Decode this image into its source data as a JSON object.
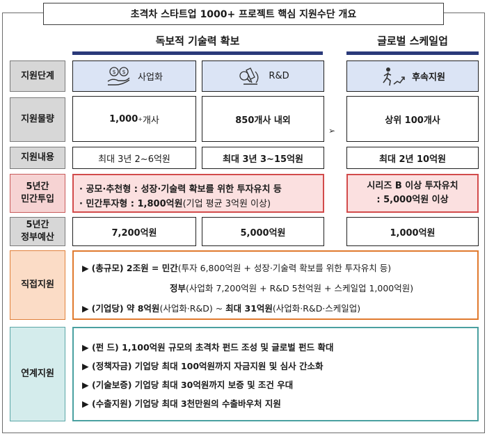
{
  "title": "초격차 스타트업 1000+ 프로젝트 핵심 지원수단 개요",
  "headers": {
    "left": "독보적 기술력 확보",
    "right": "글로벌 스케일업"
  },
  "icons": {
    "commercialization": "money-hand-icon",
    "rnd": "microscope-icon",
    "followup": "running-person-icon",
    "arrow": "arrowhead-right-icon"
  },
  "arrow_glyph": "➢",
  "rows": {
    "stage": {
      "label": "지원단계",
      "commercialization": "사업화",
      "rnd": "R&D",
      "followup": "후속지원"
    },
    "volume": {
      "label": "지원물량",
      "commercialization_num": "1,000",
      "commercialization_sup": "+",
      "commercialization_unit": "개사",
      "rnd": "850개사 내외",
      "followup": "상위 100개사"
    },
    "content": {
      "label": "지원내용",
      "commercialization": "최대 3년 2~6억원",
      "rnd": "최대 3년 3~15억원",
      "followup": "최대 2년 10억원"
    },
    "private": {
      "label_line1": "5년간",
      "label_line2": "민간투입",
      "left_line1": "· 공모·추천형 : 성장·기술력 확보를 위한 투자유치 등",
      "left_line2_prefix": "· 민간투자형 : ",
      "left_line2_bold": "1,800억원",
      "left_line2_suffix": "(기업 평균 3억원 이상)",
      "right_line1": "시리즈 B 이상 투자유치",
      "right_line2": ": 5,000억원 이상"
    },
    "gov": {
      "label_line1": "5년간",
      "label_line2": "정부예산",
      "commercialization": "7,200억원",
      "rnd": "5,000억원",
      "followup": "1,000억원"
    },
    "direct": {
      "label": "직접지원",
      "bullet": "▶",
      "l1_bold": "(총규모) 2조원 = 민간",
      "l1_rest": "(투자 6,800억원 + 성장·기술력 확보를 위한 투자유치 등)",
      "l2_bold": "정부",
      "l2_rest": "(사업화 7,200억원 + R&D 5천억원 + 스케일업 1,000억원)",
      "l3_bold1": "(기업당) 약 8억원",
      "l3_mid": "(사업화·R&D) ~ ",
      "l3_bold2": "최대 31억원",
      "l3_rest": "(사업화·R&D·스케일업)"
    },
    "linked": {
      "label": "연계지원",
      "bullet": "▶",
      "items": [
        "(펀     드) 1,100억원 규모의 초격차 펀드 조성 및 글로벌 펀드 확대",
        "(정책자금) 기업당 최대 100억원까지 자금지원 및 심사 간소화",
        "(기술보증) 기업당 최대 30억원까지 보증 및 조건 우대",
        "(수출지원) 기업당 최대 3천만원의 수출바우처 지원"
      ]
    }
  }
}
